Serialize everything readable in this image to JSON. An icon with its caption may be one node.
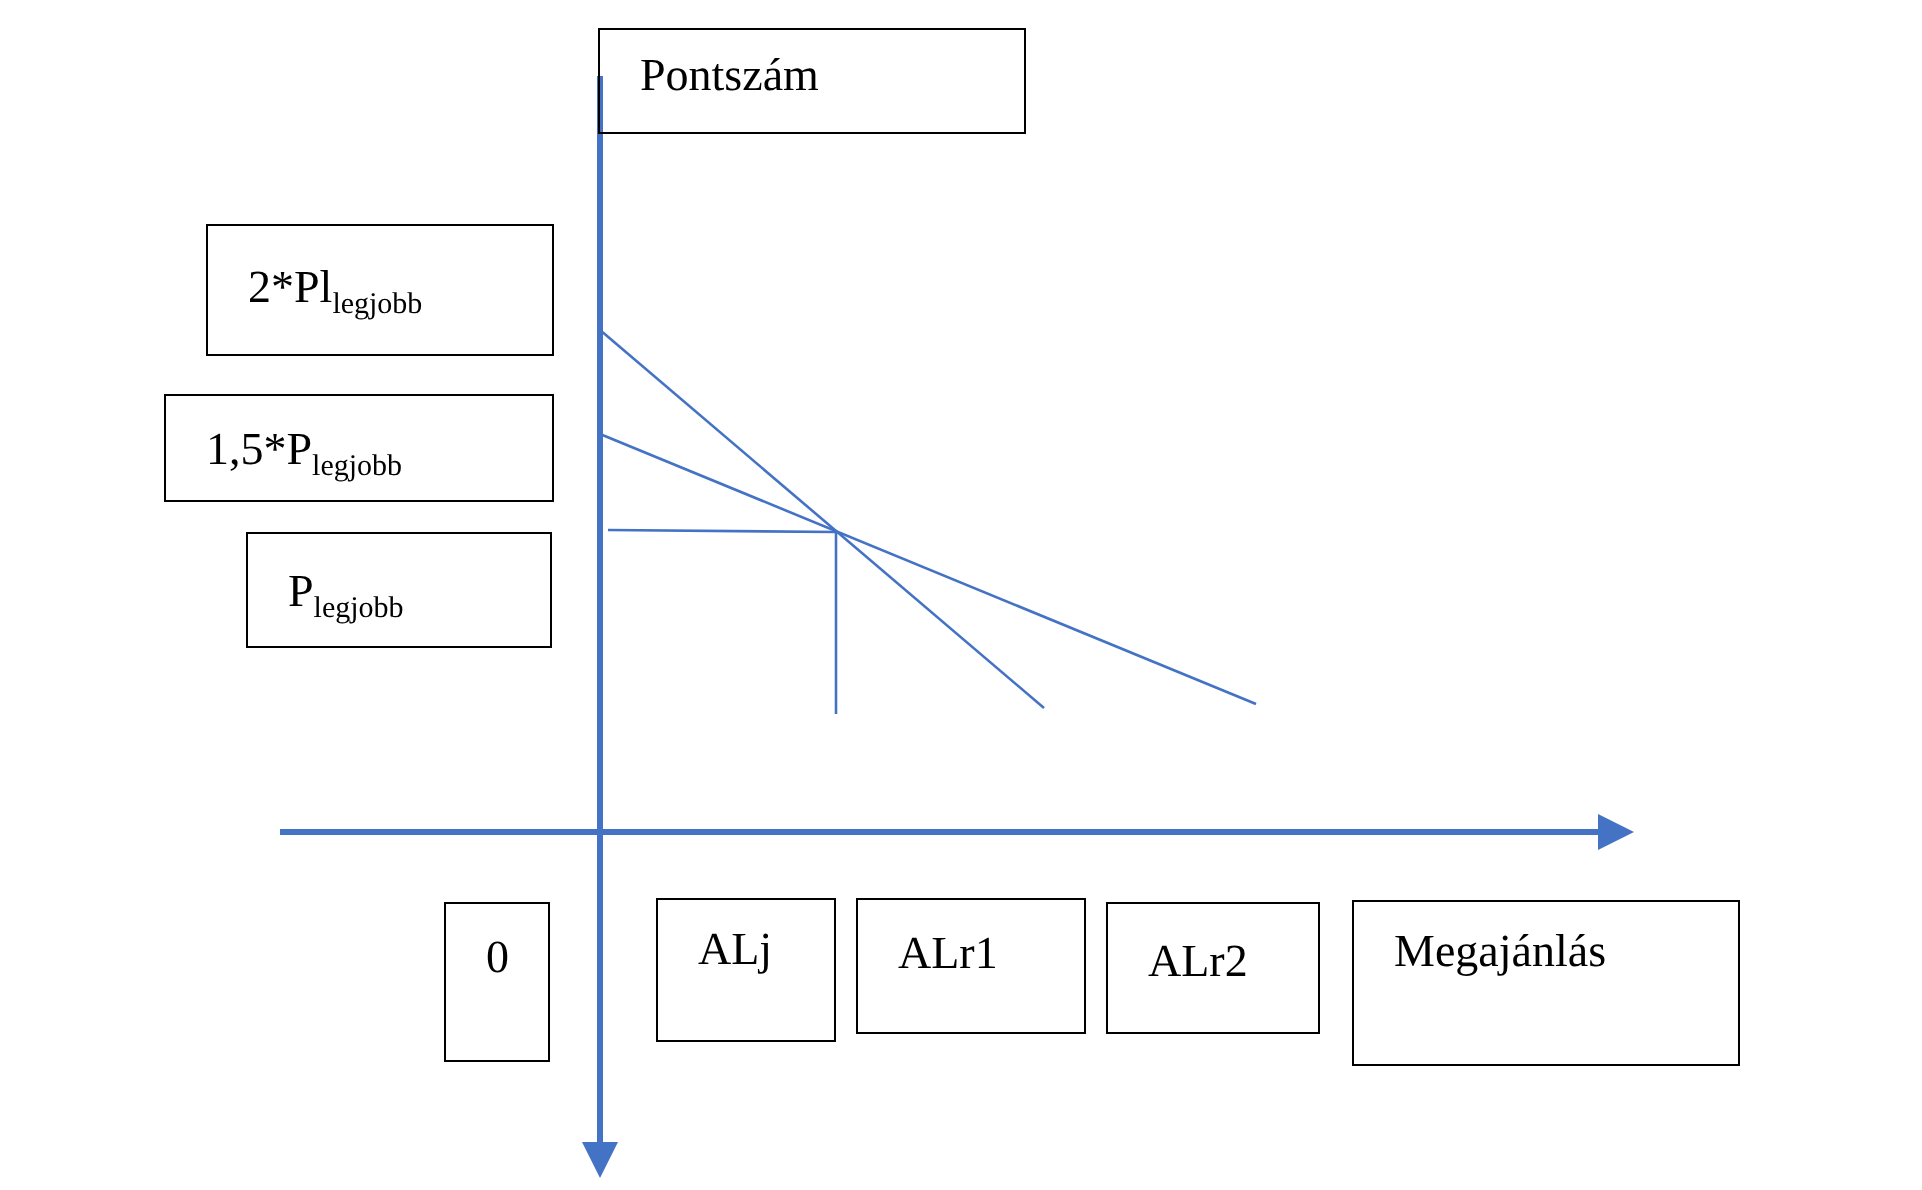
{
  "diagram": {
    "nodes": [
      {
        "text": [
          "Pontszám"
        ]
      },
      {
        "text": [
          "2*Pl$_{legjobb}$"
        ]
      },
      {
        "text": [
          "1,5*P$_{legjobb}$"
        ]
      },
      {
        "text": [
          "P$_{legjobb}$"
        ]
      },
      {
        "text": [
          "0"
        ]
      },
      {
        "text": [
          "ALj"
        ]
      },
      {
        "text": [
          "ALr1"
        ]
      },
      {
        "text": [
          "ALr2"
        ]
      },
      {
        "text": [
          "Megajánlás"
        ]
      }
    ],
    "edges": []
  }
}
